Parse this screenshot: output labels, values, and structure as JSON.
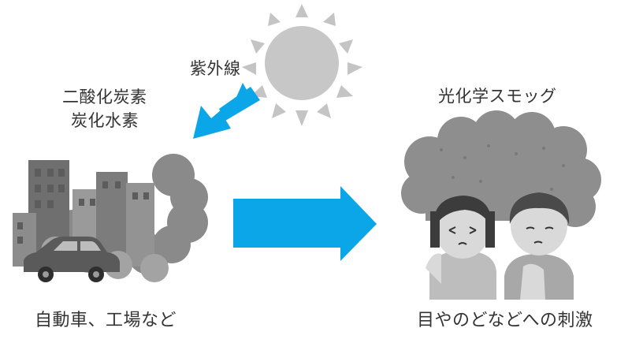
{
  "labels": {
    "uv": "紫外線",
    "pollutants": [
      "二酸化炭素",
      "炭化水素"
    ],
    "smog": "光化学スモッグ",
    "source": "自動車、工場など",
    "effect": "目やのどなどへの刺激"
  },
  "colors": {
    "arrow": "#0aa6e8",
    "sun": "#c4c4c4",
    "smoke": "#8c8c8c",
    "buildings": "#7a7a7a",
    "text": "#333333"
  }
}
